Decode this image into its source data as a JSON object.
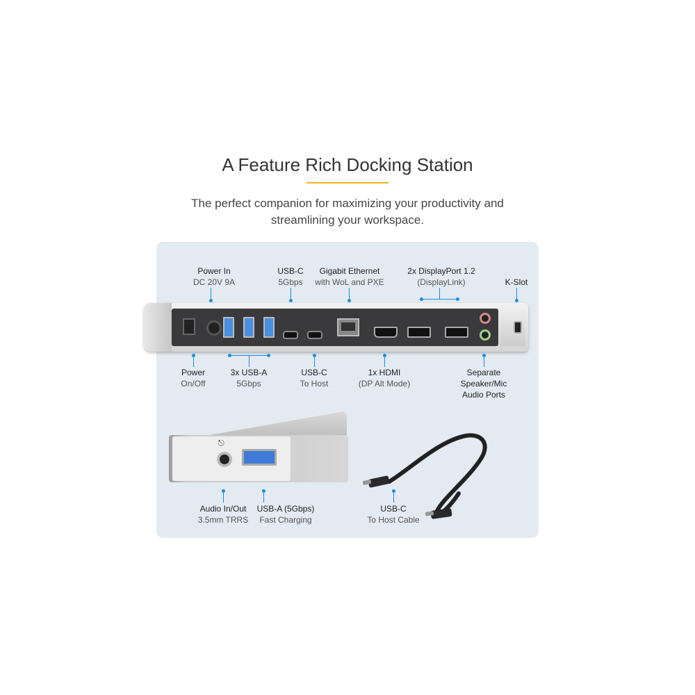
{
  "header": {
    "title": "A Feature Rich Docking Station",
    "subtitle_line1": "The perfect companion for maximizing your productivity and",
    "subtitle_line2": "streamlining your workspace."
  },
  "top_labels": {
    "power_in": {
      "main": "Power In",
      "sub": "DC 20V 9A"
    },
    "usb_c_5g": {
      "main": "USB-C",
      "sub": "5Gbps"
    },
    "ethernet": {
      "main": "Gigabit Ethernet",
      "sub": "with WoL and PXE"
    },
    "displayport": {
      "main": "2x DisplayPort 1.2",
      "sub": "(DisplayLink)"
    },
    "kslot": {
      "main": "K-Slot"
    }
  },
  "bottom_labels": {
    "power_switch": {
      "main": "Power",
      "sub": "On/Off"
    },
    "usb_a": {
      "main": "3x USB-A",
      "sub": "5Gbps"
    },
    "usb_c_host": {
      "main": "USB-C",
      "sub": "To Host"
    },
    "hdmi": {
      "main": "1x HDMI",
      "sub": "(DP Alt Mode)"
    },
    "audio_ports": {
      "main": "Separate",
      "sub": "Speaker/Mic",
      "sub2": "Audio Ports"
    }
  },
  "side_labels": {
    "audio_io": {
      "main": "Audio In/Out",
      "sub": "3.5mm TRRS"
    },
    "usb_a_fast": {
      "main": "USB-A (5Gbps)",
      "sub": "Fast Charging"
    },
    "cable": {
      "main": "USB-C",
      "sub": "To Host Cable"
    }
  },
  "colors": {
    "accent": "#1a8ee0",
    "rule": "#f2b01c",
    "panel": "#e3eaf1"
  }
}
